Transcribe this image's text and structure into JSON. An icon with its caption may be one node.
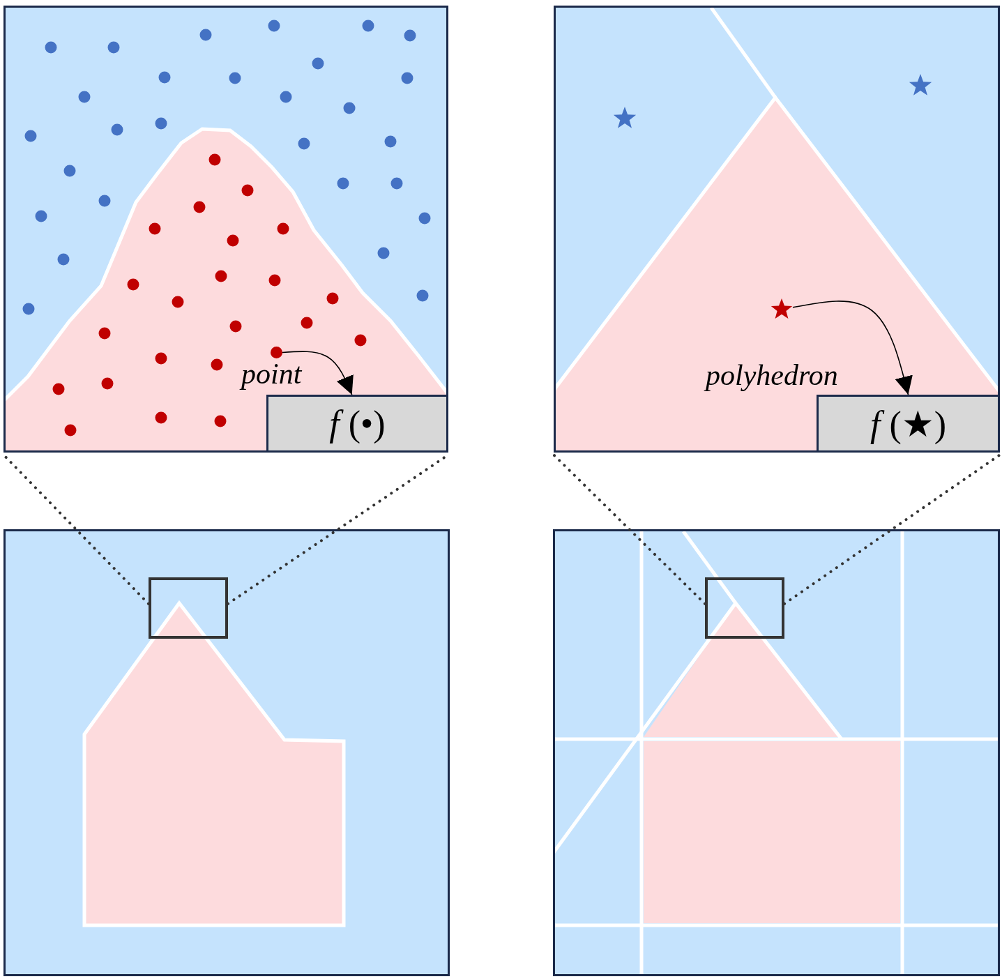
{
  "diagram": {
    "nodes": [
      {
        "text": [],
        "shape": "box"
      },
      {
        "text": [],
        "shape": "circle",
        "in": 0
      },
      {
        "text": [
          "*f* (•)"
        ],
        "in": 0
      },
      {
        "text": [],
        "shape": "box"
      },
      {
        "text": [],
        "shape": "star",
        "in": 3
      },
      {
        "text": [
          "*f* (★)"
        ],
        "in": 3
      },
      {
        "text": [],
        "shape": "box"
      },
      {
        "text": [],
        "shape": "box",
        "in": 6
      },
      {
        "text": [],
        "shape": "box"
      },
      {
        "text": [],
        "shape": "box",
        "in": 8
      }
    ],
    "edges": [
      {
        "from": 1,
        "to": 2,
        "arrow": "to",
        "label": "point"
      },
      {
        "from": 4,
        "to": 5,
        "arrow": "to",
        "label": "polyhedron"
      },
      {
        "from": 7,
        "to": 0,
        "arrow": "none",
        "style": "dashed"
      },
      {
        "from": 7,
        "to": 0,
        "arrow": "none",
        "style": "dashed"
      },
      {
        "from": 9,
        "to": 3,
        "arrow": "none",
        "style": "dashed"
      },
      {
        "from": 9,
        "to": 3,
        "arrow": "none",
        "style": "dashed"
      }
    ]
  }
}
